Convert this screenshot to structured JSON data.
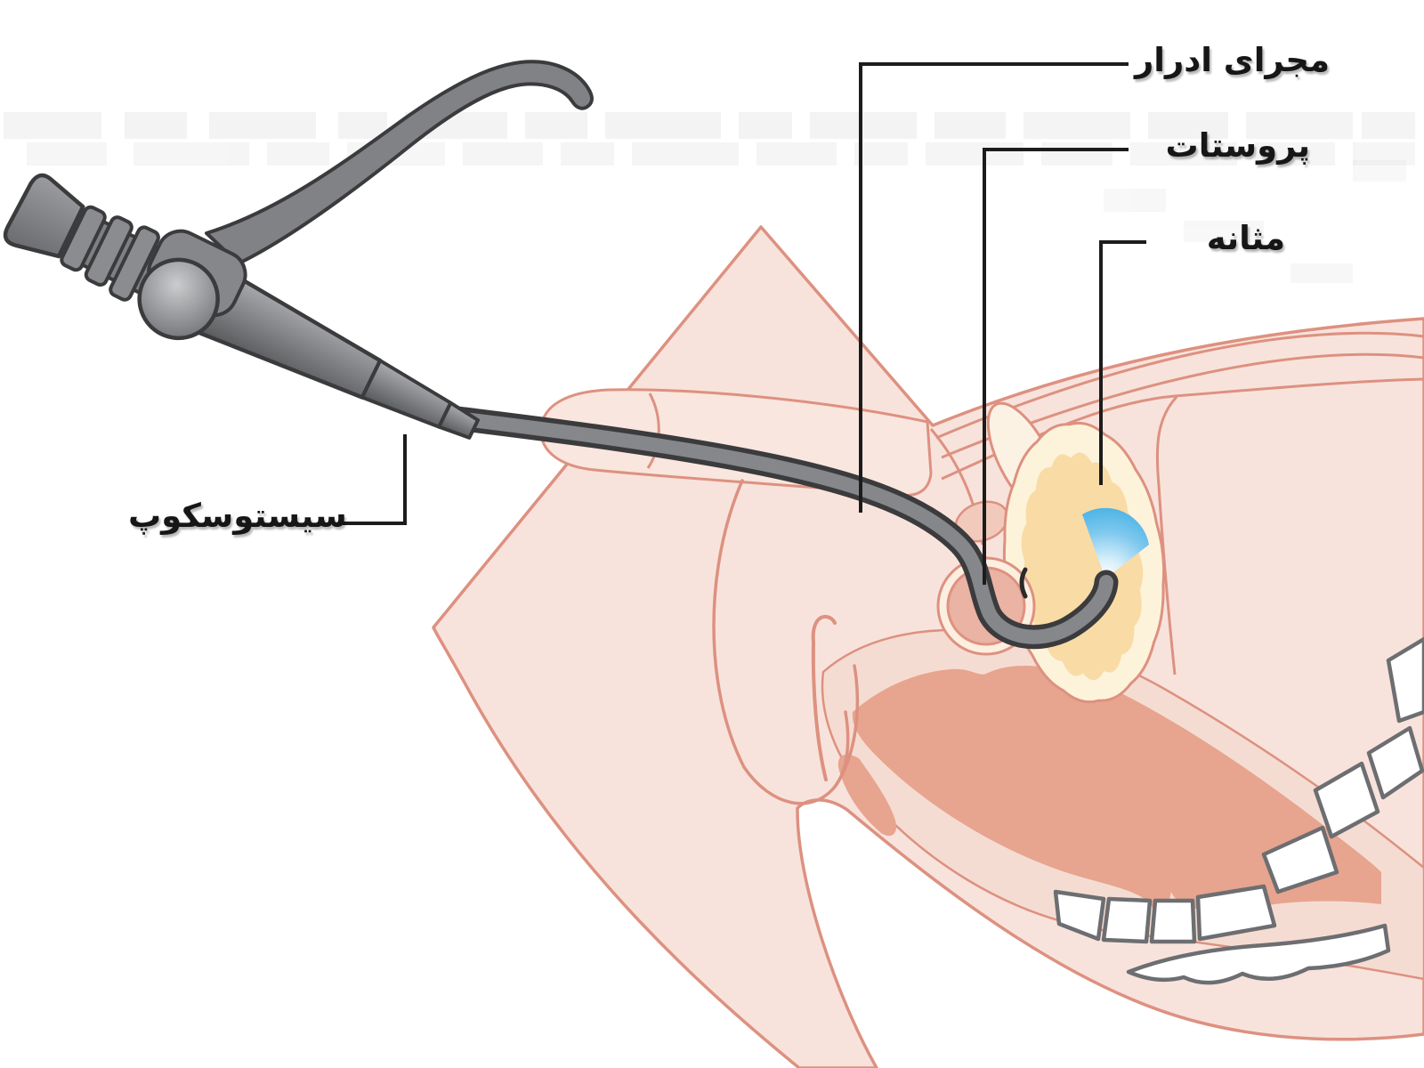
{
  "diagram": {
    "kind": "medical-illustration",
    "subject": "cystoscopy-sagittal-male-pelvis",
    "labels": {
      "urethra": "مجرای ادرار",
      "prostate": "پروستات",
      "bladder": "مثانه",
      "cystoscope": "سیستوسکوپ"
    },
    "colors": {
      "background": "#ffffff",
      "skin_fill": "#f8e3dc",
      "skin_outline": "#dd9180",
      "bladder_wall": "#fdf3da",
      "bladder_fill": "#f9dba6",
      "prostate_fill": "#eab3a3",
      "prostate_capsule": "#fcefe0",
      "rectum_fill": "#e7a48e",
      "rectum_wall": "#f5dcd2",
      "bone_fill": "#ffffff",
      "bone_outline": "#6d6e71",
      "scope_body": "#85878a",
      "scope_outline": "#3b3b3d",
      "light_beam": "#2fa8e1",
      "leader_line": "#1c1c1c",
      "label_text": "#161616"
    }
  }
}
